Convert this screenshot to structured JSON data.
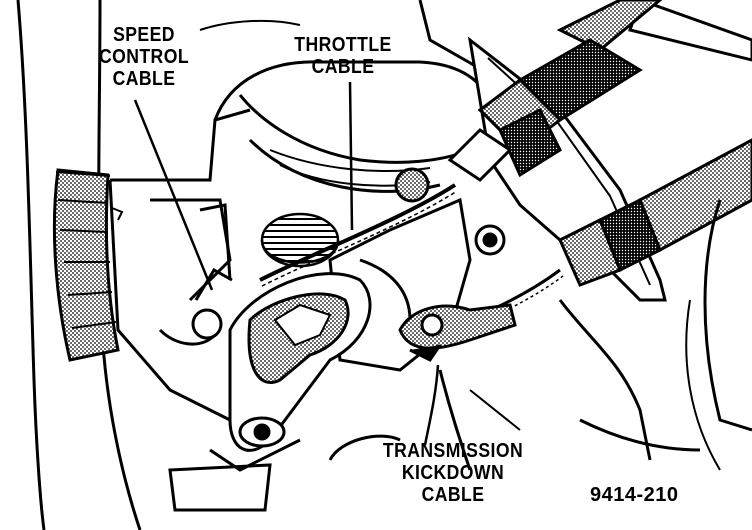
{
  "callouts": {
    "speed_control": [
      "SPEED",
      "CONTROL",
      "CABLE"
    ],
    "throttle": [
      "THROTTLE",
      "CABLE"
    ],
    "kickdown": [
      "TRANSMISSION",
      "KICKDOWN",
      "CABLE"
    ]
  },
  "figure_id": "9414-210"
}
